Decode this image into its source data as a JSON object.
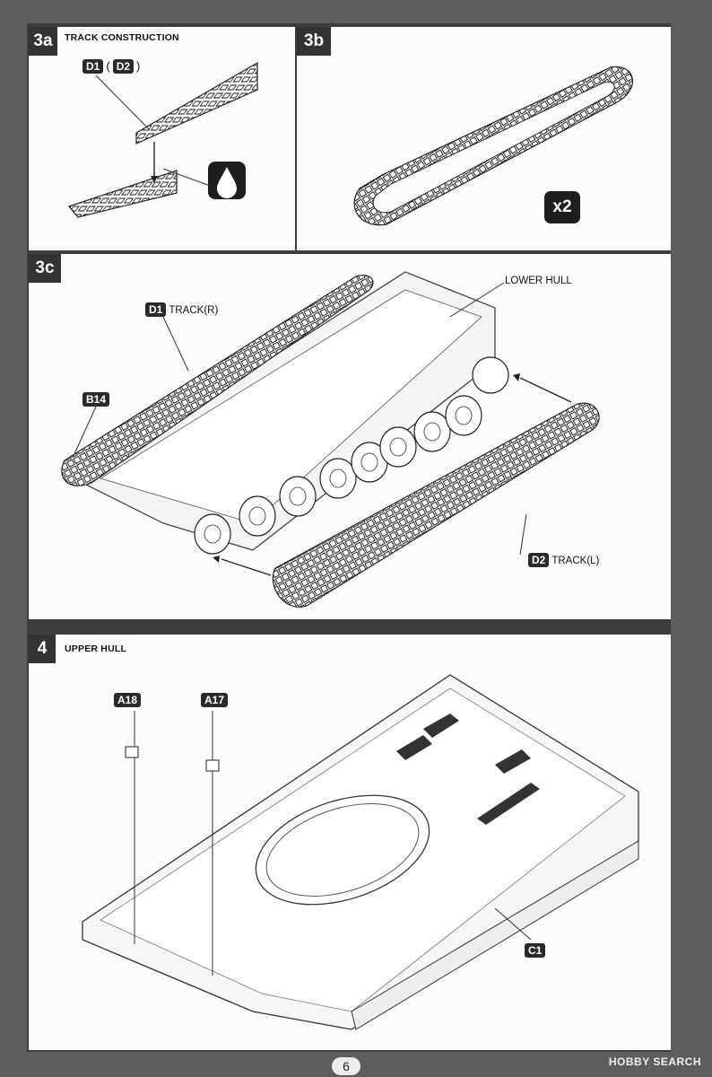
{
  "step3a": {
    "number": "3a",
    "title": "TRACK CONSTRUCTION",
    "part1": "D1",
    "part2": "D2",
    "open_paren": "(",
    "close_paren": ")"
  },
  "step3b": {
    "number": "3b",
    "multiplier": "x2"
  },
  "step3c": {
    "number": "3c",
    "lower_hull": "LOWER HULL",
    "track_r_part": "D1",
    "track_r_label": "TRACK(R)",
    "track_l_part": "D2",
    "track_l_label": "TRACK(L)",
    "wheel_part": "B14"
  },
  "step4": {
    "number": "4",
    "title": "UPPER HULL",
    "part_a18": "A18",
    "part_a17": "A17",
    "part_c1": "C1"
  },
  "footer": {
    "page_number": "6",
    "watermark": "HOBBY SEARCH"
  }
}
